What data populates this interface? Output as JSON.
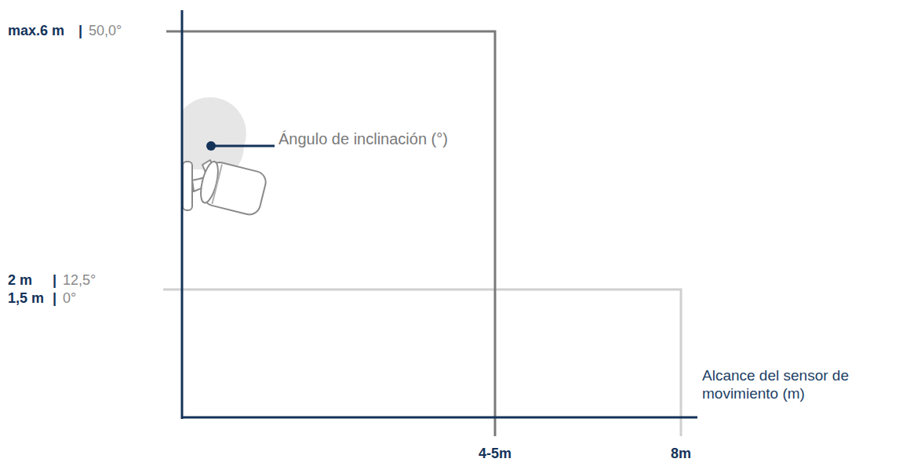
{
  "diagram": {
    "labels": [
      "max.6 m",
      "|",
      "50,0°",
      "2 m",
      "|",
      "12,5°",
      "1,5 m",
      "|",
      "0°",
      "Ángulo de inclinación (°)",
      "Alcance del sensor de movimiento (m)",
      "4-5m",
      "8m"
    ]
  }
}
